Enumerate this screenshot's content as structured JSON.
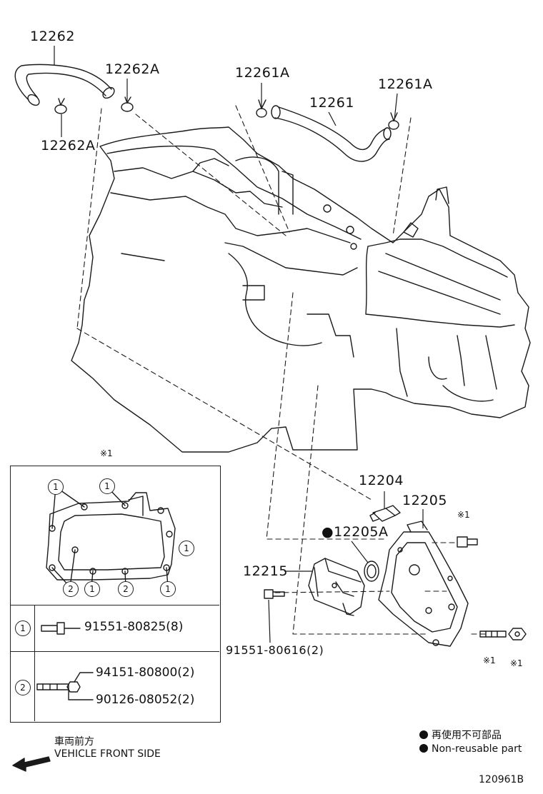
{
  "diagram": {
    "labels": {
      "p12262": "12262",
      "p12262A_top": "12262A",
      "p12262A_left": "12262A",
      "p12261A_left": "12261A",
      "p12261": "12261",
      "p12261A_right": "12261A",
      "p12204": "12204",
      "p12205": "12205",
      "p12205A": "●12205A",
      "p12215": "12215",
      "p91551_80616": "91551-80616(2)",
      "note_mark_bolt": "※1",
      "note_mark_stud": "※1",
      "note_mark_nut": "※1"
    },
    "inset": {
      "header_mark": "※1",
      "gasket_callouts": [
        "1",
        "1",
        "1",
        "2",
        "1",
        "2",
        "1"
      ],
      "rows": [
        {
          "index": "1",
          "part": "91551-80825(8)"
        },
        {
          "index": "2",
          "part_a": "94151-80800(2)",
          "part_b": "90126-08052(2)"
        }
      ]
    },
    "legend": {
      "non_reusable_jp": "再使用不可部品",
      "non_reusable_en": "Non-reusable part"
    },
    "direction": {
      "jp": "車両前方",
      "en": "VEHICLE FRONT SIDE"
    },
    "figure_id": "120961B"
  }
}
